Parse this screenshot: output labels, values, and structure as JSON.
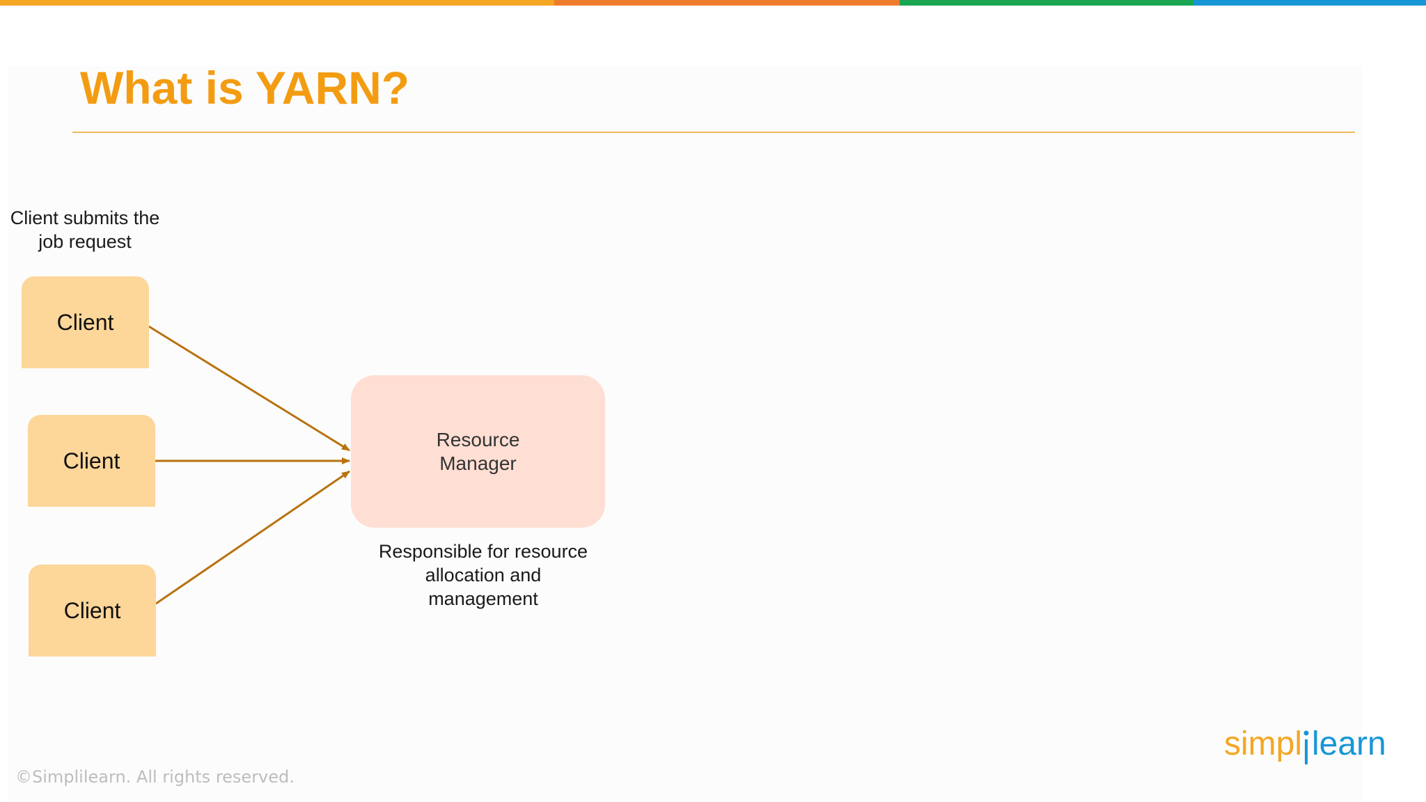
{
  "slide": {
    "title": "What is YARN?",
    "top_bar_colors": [
      "#f5a623",
      "#ef7b2d",
      "#1aa551",
      "#1796d5"
    ]
  },
  "diagram": {
    "client_annotation": {
      "line1": "Client submits the",
      "line2": "job request"
    },
    "clients": [
      {
        "label": "Client"
      },
      {
        "label": "Client"
      },
      {
        "label": "Client"
      }
    ],
    "resource_manager": {
      "line1": "Resource",
      "line2": "Manager"
    },
    "rm_annotation": {
      "line1": "Responsible for resource",
      "line2": "allocation and",
      "line3": "management"
    },
    "colors": {
      "client_fill": "#fdd699",
      "rm_fill": "#ffded3",
      "arrow": "#b8720f"
    }
  },
  "footer": {
    "copyright": "©Simplilearn. All rights reserved.",
    "logo_part1": "simpl",
    "logo_part2": "learn",
    "logo_colors": [
      "#f5a623",
      "#1796d5"
    ]
  }
}
